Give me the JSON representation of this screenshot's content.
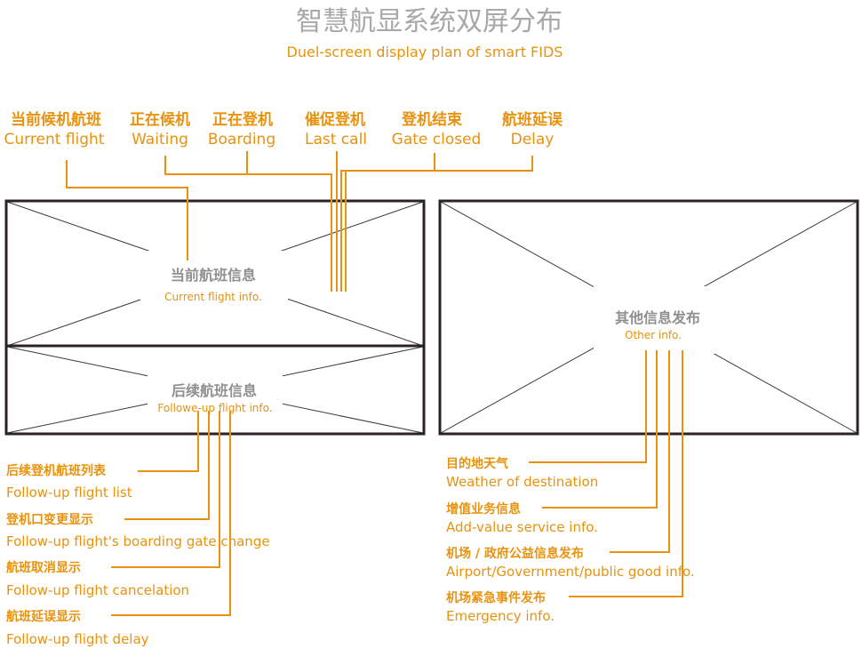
{
  "title": {
    "cn": "智慧航显系统双屏分布",
    "en": "Duel-screen display plan of smart FIDS"
  },
  "top_labels": [
    {
      "cn": "当前候机航班",
      "en": "Current flight"
    },
    {
      "cn": "正在候机",
      "en": "Waiting"
    },
    {
      "cn": "正在登机",
      "en": "Boarding"
    },
    {
      "cn": "催促登机",
      "en": "Last call"
    },
    {
      "cn": "登机结束",
      "en": "Gate closed"
    },
    {
      "cn": "航班延误",
      "en": "Delay"
    }
  ],
  "screens": {
    "current": {
      "cn": "当前航班信息",
      "en": "Current flight info."
    },
    "followup": {
      "cn": "后续航班信息",
      "en": "Followe-up  flight info."
    },
    "other": {
      "cn": "其他信息发布",
      "en": "Other info."
    }
  },
  "left_items": [
    {
      "cn": "后续登机航班列表",
      "en": "Follow-up flight list"
    },
    {
      "cn": "登机口变更显示",
      "en": "Follow-up flight's boarding gate change"
    },
    {
      "cn": "航班取消显示",
      "en": "Follow-up flight cancelation"
    },
    {
      "cn": "航班延误显示",
      "en": "Follow-up flight delay"
    }
  ],
  "right_items": [
    {
      "cn": "目的地天气",
      "en": "Weather of destination"
    },
    {
      "cn": "增值业务信息",
      "en": "Add-value service info."
    },
    {
      "cn": "机场 / 政府公益信息发布",
      "en": "Airport/Government/public good info."
    },
    {
      "cn": "机场紧急事件发布",
      "en": "Emergency info."
    }
  ],
  "colors": {
    "accent": "#e8920e",
    "frame": "#2b2323",
    "text_gray": "#8f8f8f"
  }
}
